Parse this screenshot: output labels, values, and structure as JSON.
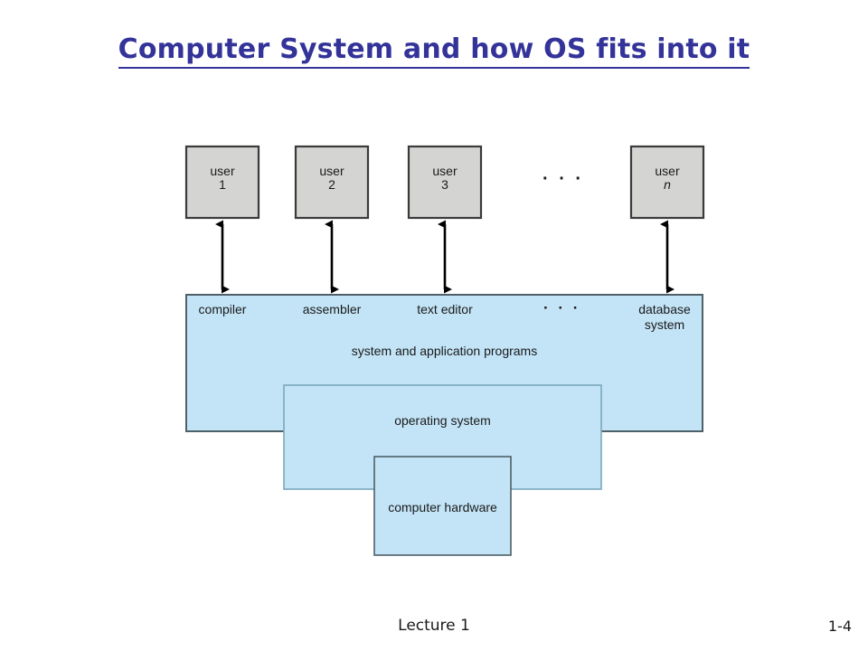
{
  "slide": {
    "title": "Computer System and how OS fits into it",
    "title_color": "#333399"
  },
  "diagram": {
    "users": [
      {
        "name": "user",
        "number": "1",
        "italic_number": false
      },
      {
        "name": "user",
        "number": "2",
        "italic_number": false
      },
      {
        "name": "user",
        "number": "3",
        "italic_number": false
      },
      {
        "name": "user",
        "number": "n",
        "italic_number": true
      }
    ],
    "users_ellipsis": "· · ·",
    "programs": {
      "items": [
        {
          "line1": "compiler",
          "line2": ""
        },
        {
          "line1": "assembler",
          "line2": ""
        },
        {
          "line1": "text editor",
          "line2": ""
        },
        {
          "line1": "database",
          "line2": "system"
        }
      ],
      "ellipsis": "· · ·",
      "label": "system and application programs",
      "fill_color": "#c3e4f7",
      "stroke_color": "#4e6068"
    },
    "operating_system": {
      "label": "operating system",
      "fill_color": "#c3e4f7",
      "stroke_color": "#7ba7bb"
    },
    "computer_hardware": {
      "label": "computer hardware",
      "fill_color": "#c3e4f7",
      "stroke_color": "#4e6068"
    },
    "user_box": {
      "fill_color": "#d4d4d2",
      "stroke_color": "#3a3a3a"
    },
    "arrow_color": "#000000"
  },
  "footer": {
    "lecture": "Lecture 1",
    "page": "1-4"
  }
}
